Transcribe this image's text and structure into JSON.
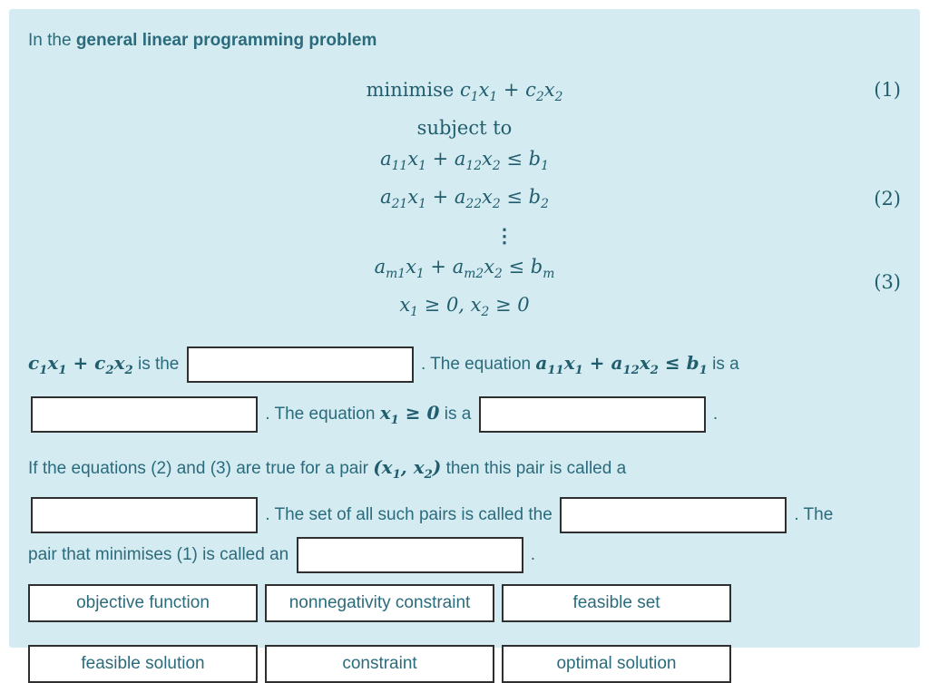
{
  "heading": {
    "prefix": "In the ",
    "bold": "general linear programming problem"
  },
  "equations": {
    "objective_prefix": "minimise ",
    "objective_math": "c_1x_1 + c_2x_2",
    "subject_to": "subject to",
    "constraint_1": "a_{11}x_1 + a_{12}x_2 ≤ b_1",
    "constraint_2": "a_{21}x_1 + a_{22}x_2 ≤ b_2",
    "vdots": "⋮",
    "constraint_m": "a_{m1}x_1 + a_{m2}x_2 ≤ b_m",
    "nonnegativity": "x_1 ≥ 0, x_2 ≥ 0",
    "number_1": "(1)",
    "number_2": "(2)",
    "number_3": "(3)"
  },
  "fill": {
    "p1": {
      "math1": "c_1x_1 + c_2x_2",
      "text1": " is the ",
      "text2": " . The equation ",
      "math2": "a_{11}x_1 + a_{12}x_2 ≤ b_1",
      "text3": " is a",
      "text4": " . The equation ",
      "math3": "x_1 ≥ 0",
      "text5": " is a ",
      "text6": " ."
    },
    "p2": {
      "text1": "If the equations (2) and (3) are true for a pair ",
      "math1": "(x_1, x_2)",
      "text2": " then this pair is called a",
      "text3": " . The set of all such pairs is called the ",
      "text4": " . The",
      "text5": "pair that minimises (1) is called an ",
      "text6": " ."
    }
  },
  "options": [
    "objective function",
    "nonnegativity constraint",
    "feasible set",
    "feasible solution",
    "constraint",
    "optimal solution"
  ],
  "colors": {
    "panel_background": "#d5ebf2",
    "text_teal": "#2a6b7c",
    "math_teal": "#215e6d",
    "box_border": "#2f2f2f",
    "box_fill": "#ffffff"
  }
}
